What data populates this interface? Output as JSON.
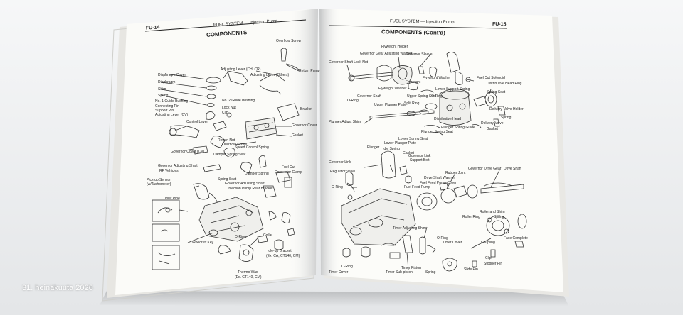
{
  "photo_caption": "31. heinäkuuta 2026",
  "left_page": {
    "page_number": "FU-14",
    "running_head": "FUEL SYSTEM — Injection Pump",
    "title": "COMPONENTS",
    "labels": {
      "overflow_screw": "Overflow Screw",
      "adj_lever_ch": "Adjusting Lever (CH, CR)",
      "adj_lever_others": "Adjusting Lever (Others)",
      "return_pump": "Return Pump",
      "diaphragm_cover": "Diaphragm Cover",
      "diaphragm": "Diaphragm",
      "shim": "Shim",
      "spring": "Spring",
      "guide_bushing": "No. 1 Guide Bushing",
      "no2_guide_bushing": "No. 2 Guide Bushing",
      "connecting_pin": "Connecting Pin",
      "support_pin": "Support Pin",
      "adj_lever_cv": "Adjusting Lever (CV)",
      "lock_nut": "Lock Nut",
      "clip": "Clip",
      "bracket": "Bracket",
      "control_lever": "Control Lever",
      "governor_cover": "Governor Cover",
      "gasket": "Gasket",
      "return_nut": "Return Nut",
      "overflow_screw2": "Overflow Screw",
      "speed_control_spring": "Speed Control Spring",
      "governor_cover_cv": "Governor Cover (CV)",
      "damper_spring_seat": "Damper Spring Seat",
      "governor_adj_shaft": "Governor Adjusting Shaft",
      "rf_vehicles": "RF Vehicles",
      "damper_spring": "Damper Spring",
      "fuel_cut": "Fuel Cut",
      "connector_clamp": "Connector Clamp",
      "pickup_sensor": "Pick-up Sensor",
      "w_tachometer": "(w/Tachometer)",
      "spring_seat": "Spring Seat",
      "gov_adj_shaft2": "Governor Adjusting Shaft",
      "injection_pump_rear_bracket": "Injection Pump Rear Bracket",
      "inlet_pipe": "Inlet Pipe",
      "oring": "O-Ring",
      "woodruff_key": "Woodruff Key",
      "collar": "Collar",
      "idle_up_bracket": "Idle-up Bracket",
      "idle_up_models": "(Ex. CA, CT140, CM)",
      "thermo_wax": "Thermo Wax",
      "thermo_models": "(Ex. CT140, CM)"
    }
  },
  "right_page": {
    "page_number": "FU-15",
    "running_head": "FUEL SYSTEM — Injection Pump",
    "title": "COMPONENTS (Cont'd)",
    "labels": {
      "flyweight_holder": "Flyweight Holder",
      "governor_gear_adj_washer": "Governor Gear Adjusting Washer",
      "governor_sleeve": "Governor Sleeve",
      "governor_shaft_lock_nut": "Governor Shaft Lock Nut",
      "flyweight": "Flyweight",
      "flyweight_washer": "Flyweight Washer",
      "flyweight_washer2": "Flyweight Washer",
      "fuel_cut_solenoid": "Fuel Cut Solenoid",
      "distributive_head_plug": "Distributive Head Plug",
      "governor_shaft": "Governor Shaft",
      "oring_r1": "O-Ring",
      "lower_support_spring": "Lower Support Spring",
      "upper_spring_seat": "Upper Spring Seat",
      "spring_seat_r": "Spring Seat",
      "oring_r2": "O-Ring",
      "upper_plunger_plate": "Upper Plunger Plate",
      "split_ring": "Split Ring",
      "delivery_valve_holder": "Delivery Valve Holder",
      "spring_r": "Spring",
      "delivery_valve": "Delivery Valve",
      "distributive_head": "Distributive Head",
      "plunger_adjust_shim": "Plunger Adjust Shim",
      "plunger_spring_guide": "Plunger Spring Guide",
      "gasket_r": "Gasket",
      "plunger_spring_seat": "Plunger Spring Seat",
      "lower_spring_seat": "Lower Spring Seat",
      "plunger": "Plunger",
      "lower_plunger_plate": "Lower Plunger Plate",
      "idle_spring": "Idle Spring",
      "gasket_r2": "Gasket",
      "governor_link": "Governor Link",
      "support_bolt": "Support Bolt",
      "governor_link_r": "Governor Link",
      "regulator_valve": "Regulator Valve",
      "oring_r3": "O-Ring",
      "fuel_feed_pump_cover": "Fuel Feed Pump Cover",
      "fuel_feed_pump": "Fuel Feed Pump",
      "rubber_joint": "Rubber Joint",
      "governor_drive_gear": "Governor Drive Gear",
      "drive_shaft": "Drive Shaft",
      "drive_shaft_washer": "Drive Shaft Washer",
      "roller_and_shim": "Roller and Shim",
      "roller_ring": "Roller Ring",
      "spring_r2": "Spring",
      "face_complete": "Face Complete",
      "coupling": "Coupling",
      "timer_adjusting_shim": "Timer Adjusting Shim",
      "oring_r4": "O-Ring",
      "timer_cover": "Timer Cover",
      "oring_r5": "O-Ring",
      "timer_cover2": "Timer Cover",
      "timer_piston": "Timer Piston",
      "timer_sub_piston": "Timer Sub-piston",
      "spring_r3": "Spring",
      "clip_r": "Clip",
      "stopper_pin": "Stopper Pin",
      "slide_pin": "Slide Pin"
    }
  }
}
